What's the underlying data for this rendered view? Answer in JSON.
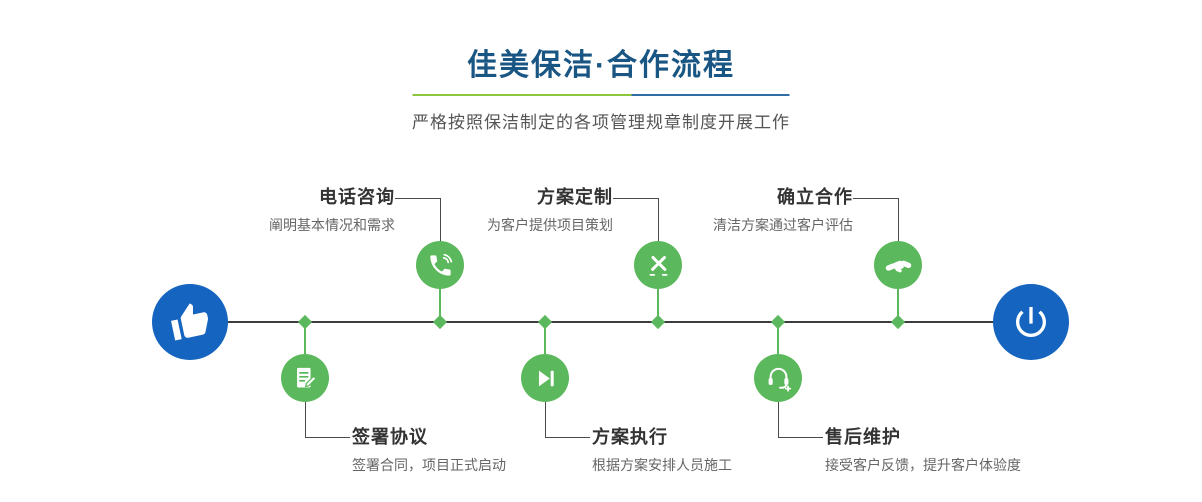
{
  "header": {
    "title": "佳美保洁·合作流程",
    "subtitle": "严格按照保洁制定的各项管理规章制度开展工作"
  },
  "colors": {
    "accent_green": "#5cb85c",
    "accent_blue": "#1565c0",
    "title_color": "#1a5683",
    "divider_green": "#8cc63f",
    "divider_blue": "#2f6da5",
    "line_color": "#3d3d3d"
  },
  "timeline": {
    "start_icon": "pointing-hand-icon",
    "end_icon": "power-icon",
    "steps_top": [
      {
        "title": "电话咨询",
        "desc": "阐明基本情况和需求",
        "icon": "phone-icon"
      },
      {
        "title": "方案定制",
        "desc": "为客户提供项目策划",
        "icon": "crossed-pencils-icon"
      },
      {
        "title": "确立合作",
        "desc": "清洁方案通过客户评估",
        "icon": "handshake-icon"
      }
    ],
    "steps_bottom": [
      {
        "title": "签署协议",
        "desc": "签署合同，项目正式启动",
        "icon": "contract-icon"
      },
      {
        "title": "方案执行",
        "desc": "根据方案安排人员施工",
        "icon": "play-icon"
      },
      {
        "title": "售后维护",
        "desc": "接受客户反馈，提升客户体验度",
        "icon": "headset-icon"
      }
    ]
  }
}
